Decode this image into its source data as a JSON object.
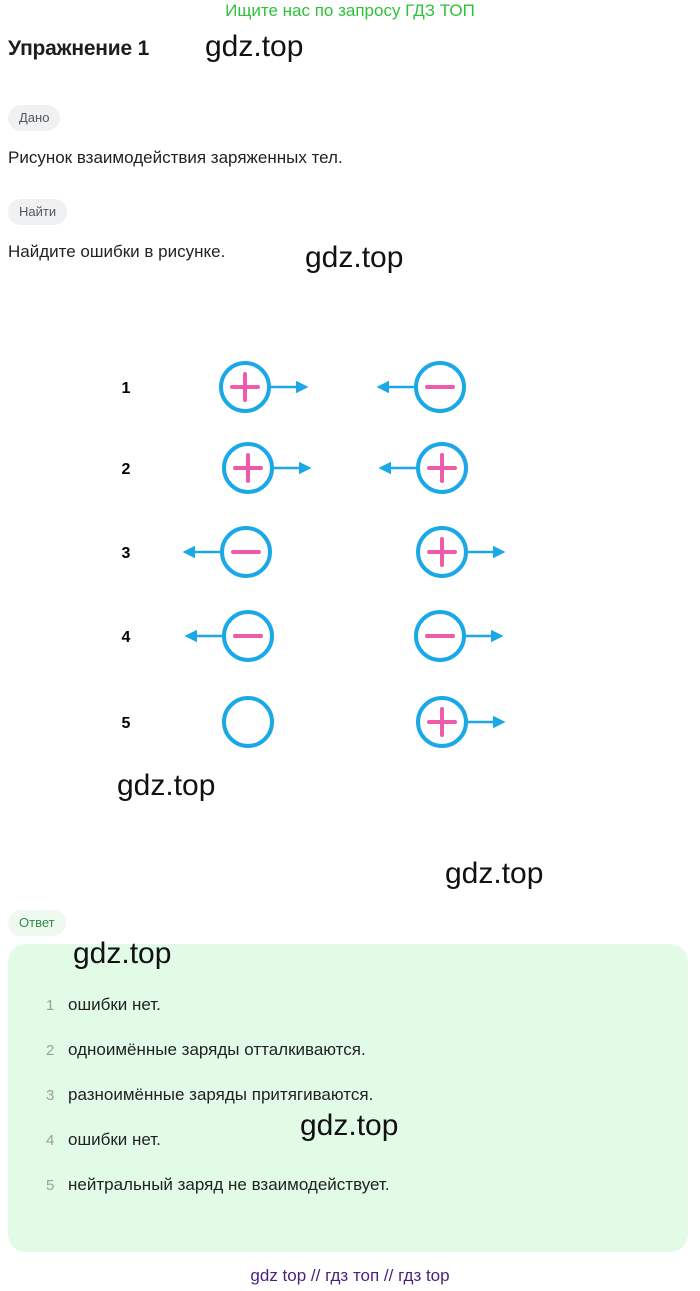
{
  "banner": "Ищите нас по запросу ГДЗ ТОП",
  "title": "Упражнение 1",
  "watermark": "gdz.top",
  "given_label": "Дано",
  "given_text": "Рисунок взаимодействия заряженных тел.",
  "find_label": "Найти",
  "find_text": "Найдите ошибки в рисунке.",
  "figure": {
    "rows": [
      {
        "label": "1",
        "left": {
          "sign": "+",
          "arrow": "right"
        },
        "right": {
          "sign": "−",
          "arrow": "left"
        }
      },
      {
        "label": "2",
        "left": {
          "sign": "+",
          "arrow": "right"
        },
        "right": {
          "sign": "+",
          "arrow": "left"
        }
      },
      {
        "label": "3",
        "left": {
          "sign": "−",
          "arrow": "left"
        },
        "right": {
          "sign": "+",
          "arrow": "right"
        }
      },
      {
        "label": "4",
        "left": {
          "sign": "−",
          "arrow": "left"
        },
        "right": {
          "sign": "−",
          "arrow": "right"
        }
      },
      {
        "label": "5",
        "left": {
          "sign": "",
          "arrow": "none"
        },
        "right": {
          "sign": "+",
          "arrow": "right"
        }
      }
    ],
    "colors": {
      "circle": "#1aa8e6",
      "sign": "#ef5bab",
      "arrow": "#1aa8e6"
    }
  },
  "answer_label": "Ответ",
  "answers": [
    {
      "num": "1",
      "text": "ошибки нет."
    },
    {
      "num": "2",
      "text": "одноимённые заряды отталкиваются."
    },
    {
      "num": "3",
      "text": "разноимённые заряды притягиваются."
    },
    {
      "num": "4",
      "text": "ошибки нет."
    },
    {
      "num": "5",
      "text": "нейтральный заряд не взаимодействует."
    }
  ],
  "footer": "gdz top  //  гдз топ  //  гдз top"
}
